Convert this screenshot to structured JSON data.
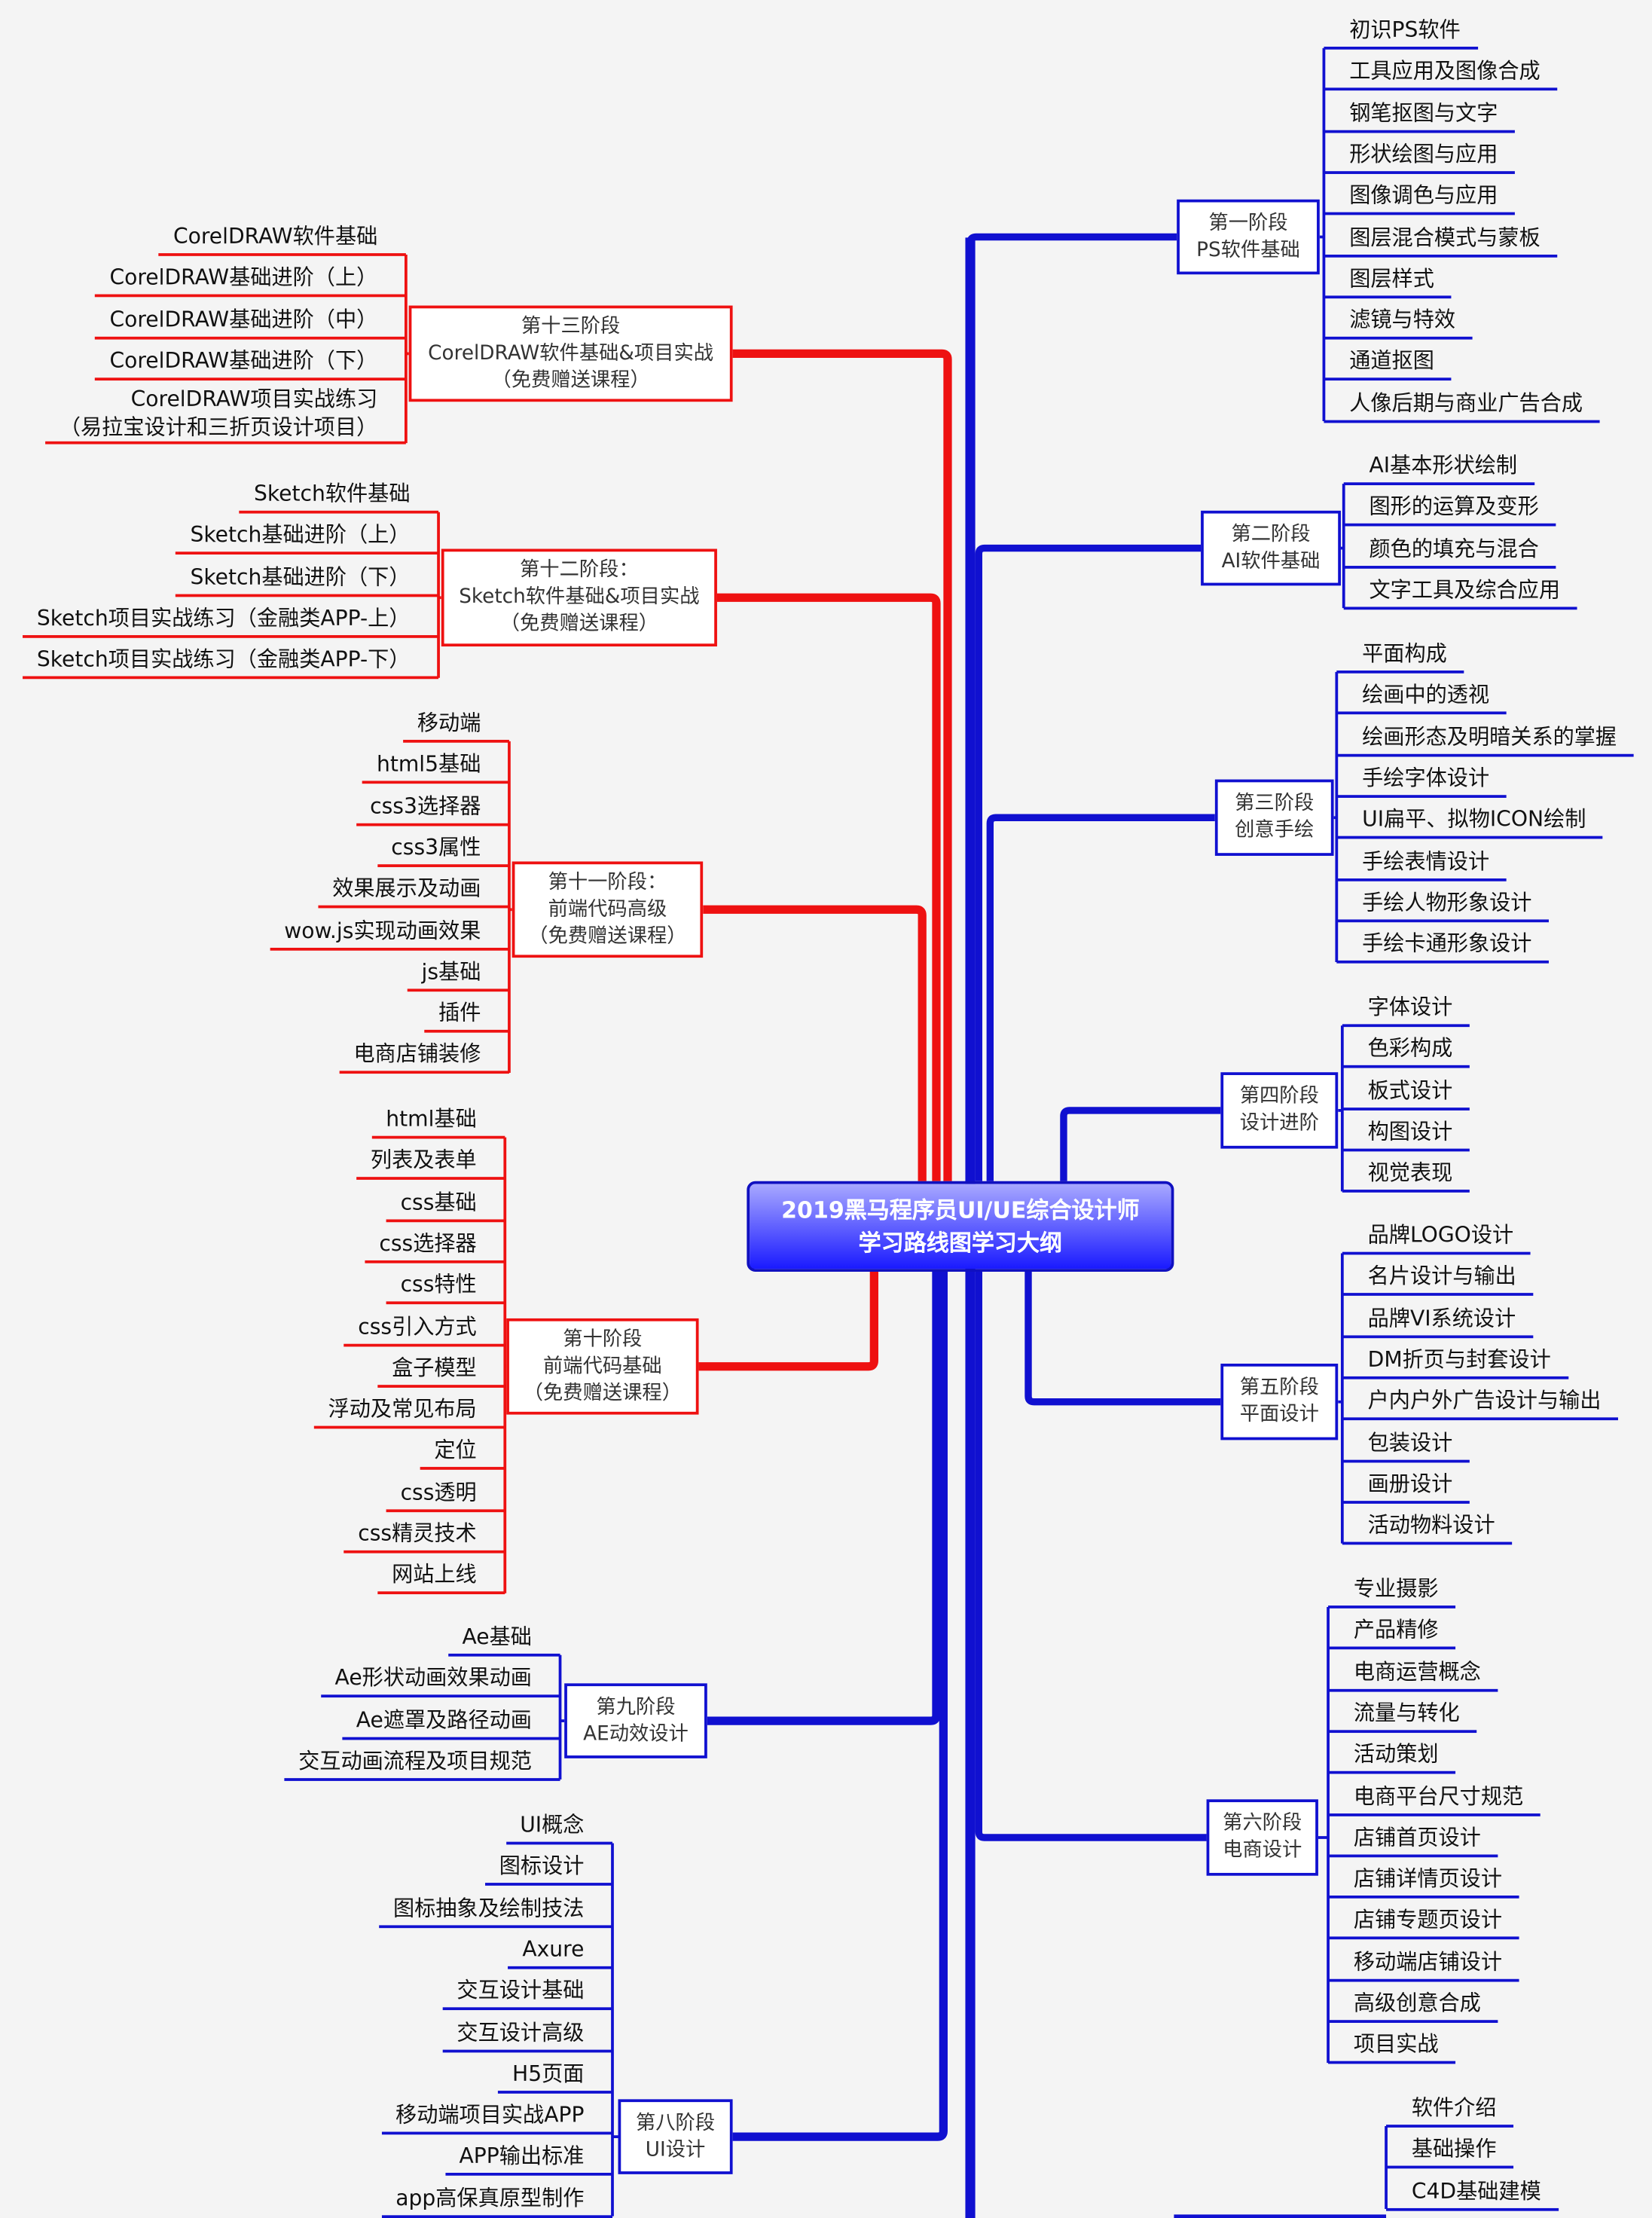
{
  "center": {
    "line1": "2019黑马程序员UI/UE综合设计师",
    "line2": "学习路线图学习大纲"
  },
  "colors": {
    "blue": "#1010d0",
    "red": "#ee1111",
    "background": "#f4f4f4"
  },
  "branches": [
    {
      "title": [
        "第一阶段",
        "PS软件基础"
      ],
      "color": "blue",
      "items": [
        "初识PS软件",
        "工具应用及图像合成",
        "钢笔抠图与文字",
        "形状绘图与应用",
        "图像调色与应用",
        "图层混合模式与蒙板",
        "图层样式",
        "滤镜与特效",
        "通道抠图",
        "人像后期与商业广告合成"
      ]
    },
    {
      "title": [
        "第二阶段",
        "AI软件基础"
      ],
      "color": "blue",
      "items": [
        "AI基本形状绘制",
        "图形的运算及变形",
        "颜色的填充与混合",
        "文字工具及综合应用"
      ]
    },
    {
      "title": [
        "第三阶段",
        "创意手绘"
      ],
      "color": "blue",
      "items": [
        "平面构成",
        "绘画中的透视",
        "绘画形态及明暗关系的掌握",
        "手绘字体设计",
        "UI扁平、拟物ICON绘制",
        "手绘表情设计",
        "手绘人物形象设计",
        "手绘卡通形象设计"
      ]
    },
    {
      "title": [
        "第四阶段",
        "设计进阶"
      ],
      "color": "blue",
      "items": [
        "字体设计",
        "色彩构成",
        "板式设计",
        "构图设计",
        "视觉表现"
      ]
    },
    {
      "title": [
        "第五阶段",
        "平面设计"
      ],
      "color": "blue",
      "items": [
        "品牌LOGO设计",
        "名片设计与输出",
        "品牌VI系统设计",
        "DM折页与封套设计",
        "户内户外广告设计与输出",
        "包装设计",
        "画册设计",
        "活动物料设计"
      ]
    },
    {
      "title": [
        "第六阶段",
        "电商设计"
      ],
      "color": "blue",
      "items": [
        "专业摄影",
        "产品精修",
        "电商运营概念",
        "流量与转化",
        "活动策划",
        "电商平台尺寸规范",
        "店铺首页设计",
        "店铺详情页设计",
        "店铺专题页设计",
        "移动端店铺设计",
        "高级创意合成",
        "项目实战"
      ]
    },
    {
      "title": [],
      "color": "blue",
      "items": [
        "软件介绍",
        "基础操作",
        "C4D基础建模"
      ]
    },
    {
      "title": [
        "第十三阶段",
        "CorelDRAW软件基础&项目实战",
        "（免费赠送课程）"
      ],
      "color": "red",
      "items": [
        "CorelDRAW软件基础",
        "CorelDRAW基础进阶（上）",
        "CorelDRAW基础进阶（中）",
        "CorelDRAW基础进阶（下）",
        "CorelDRAW项目实战练习\n（易拉宝设计和三折页设计项目）"
      ]
    },
    {
      "title": [
        "第十二阶段：",
        "Sketch软件基础&项目实战",
        "（免费赠送课程）"
      ],
      "color": "red",
      "items": [
        "Sketch软件基础",
        "Sketch基础进阶（上）",
        "Sketch基础进阶（下）",
        "Sketch项目实战练习（金融类APP-上）",
        "Sketch项目实战练习（金融类APP-下）"
      ]
    },
    {
      "title": [
        "第十一阶段：",
        "前端代码高级",
        "（免费赠送课程）"
      ],
      "color": "red",
      "items": [
        "移动端",
        "html5基础",
        "css3选择器",
        "css3属性",
        "效果展示及动画",
        "wow.js实现动画效果",
        "js基础",
        "插件",
        "电商店铺装修"
      ]
    },
    {
      "title": [
        "第十阶段",
        "前端代码基础",
        "（免费赠送课程）"
      ],
      "color": "red",
      "items": [
        "html基础",
        "列表及表单",
        "css基础",
        "css选择器",
        "css特性",
        "css引入方式",
        "盒子模型",
        "浮动及常见布局",
        "定位",
        "css透明",
        "css精灵技术",
        "网站上线"
      ]
    },
    {
      "title": [
        "第九阶段",
        "AE动效设计"
      ],
      "color": "blue",
      "items": [
        "Ae基础",
        "Ae形状动画效果动画",
        "Ae遮罩及路径动画",
        "交互动画流程及项目规范"
      ]
    },
    {
      "title": [
        "第八阶段",
        "UI设计"
      ],
      "color": "blue",
      "items": [
        "UI概念",
        "图标设计",
        "图标抽象及绘制技法",
        "Axure",
        "交互设计基础",
        "交互设计高级",
        "H5页面",
        "移动端项目实战APP",
        "APP输出标准",
        "app高保真原型制作"
      ]
    }
  ]
}
